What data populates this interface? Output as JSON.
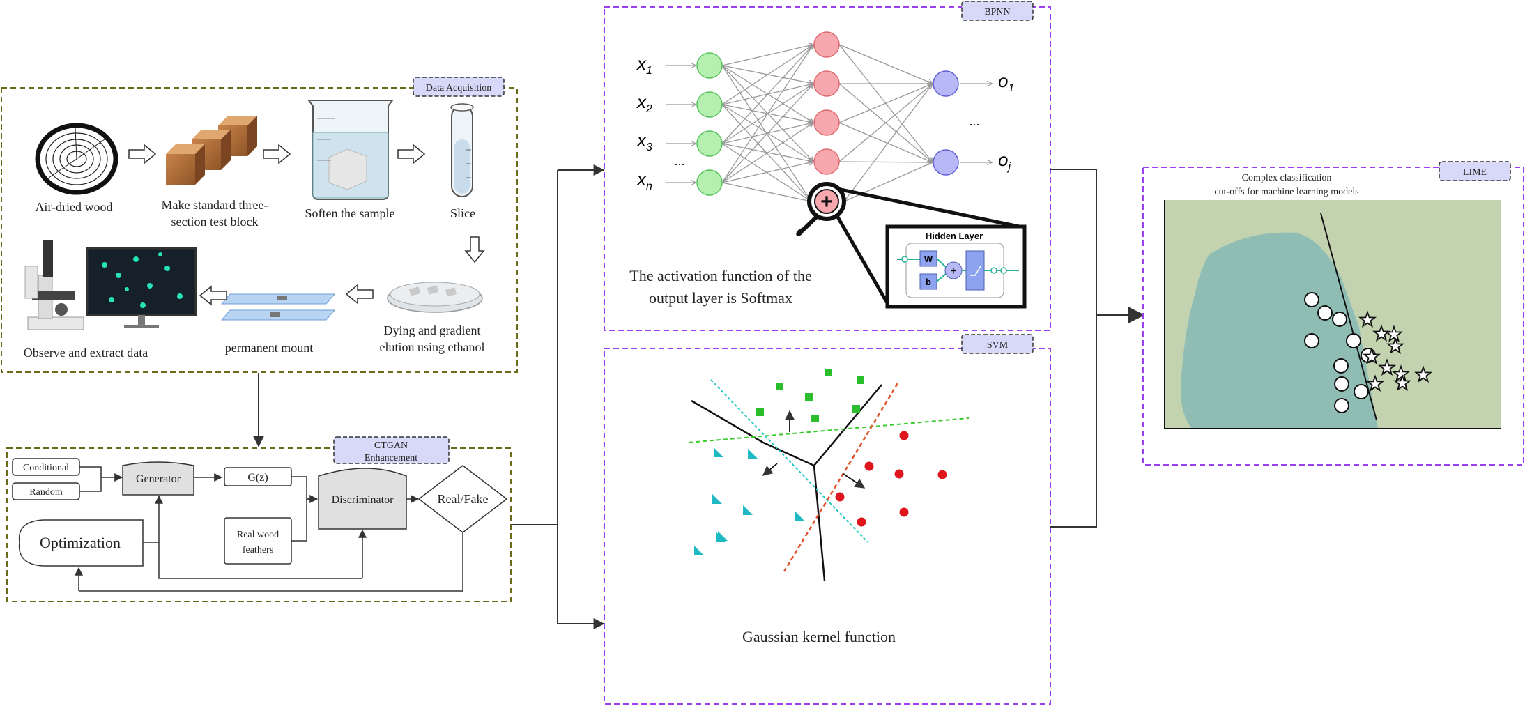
{
  "data_acquisition": {
    "tag": "Data Acquisition",
    "steps": [
      "Air-dried wood",
      "Make standard three-",
      "section test block",
      "Soften the sample",
      "Slice"
    ],
    "steps2": [
      "Dying and gradient",
      "elution using ethanol",
      "permanent mount",
      "Observe and extract data"
    ]
  },
  "ctgan": {
    "tag_line1": "CTGAN",
    "tag_line2": "Enhancement",
    "conditional": "Conditional",
    "random": "Random",
    "generator": "Generator",
    "gz": "G(z)",
    "discriminator": "Discriminator",
    "real_fake": "Real/Fake",
    "optimization": "Optimization",
    "real_wood_1": "Real wood",
    "real_wood_2": "feathers"
  },
  "bpnn": {
    "tag": "BPNN",
    "caption_1": "The activation function of the",
    "caption_2": "output layer is Softmax",
    "inputs": [
      "x",
      "x",
      "x",
      "x"
    ],
    "input_subs": [
      "1",
      "2",
      "3",
      "n"
    ],
    "outputs": [
      "o",
      "o"
    ],
    "output_subs": [
      "1",
      "j"
    ],
    "ellipsis": "...",
    "hidden_layer": "Hidden Layer",
    "w": "W",
    "b": "b"
  },
  "svm": {
    "tag": "SVM",
    "caption": "Gaussian kernel function"
  },
  "lime": {
    "tag": "LIME",
    "title_1": "Complex classification",
    "title_2": "cut-offs for machine learning models"
  },
  "colors": {
    "olive_dash": "#7a7a1e",
    "purple_dash": "#9b3ff0",
    "tag_fill": "#d8d8f8",
    "green_node": "#b6f0b0",
    "red_node": "#f6a8ae",
    "blue_node": "#b8b8f6"
  }
}
